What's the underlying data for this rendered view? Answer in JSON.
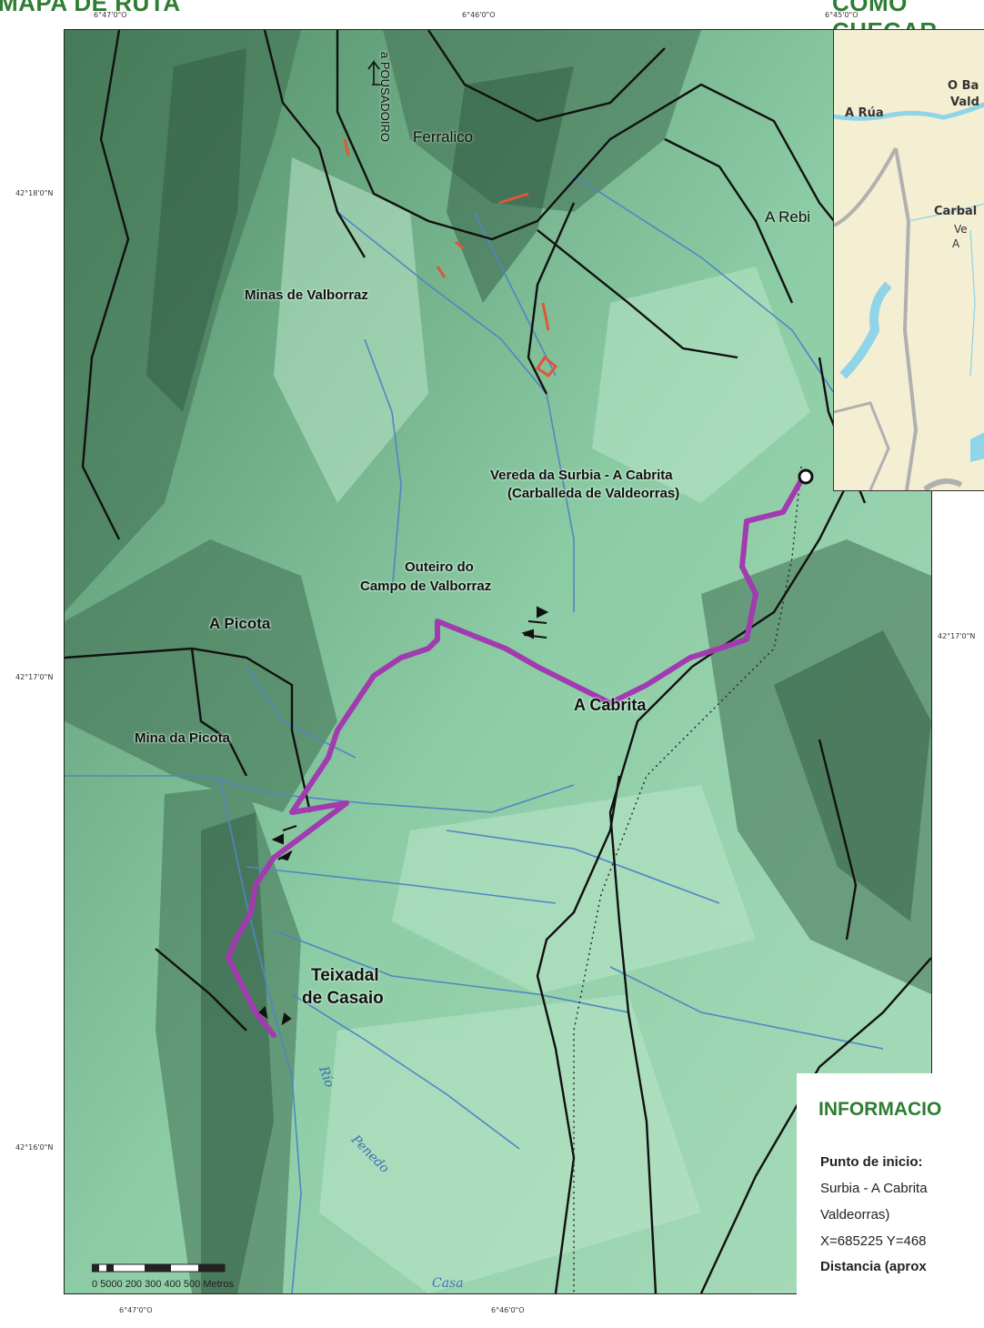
{
  "header": {
    "left_title": "MAPA DE RUTA",
    "right_title": "COMO CHEGAR"
  },
  "coords": {
    "lon_top": [
      "6°47'0\"O",
      "6°46'0\"O",
      "6°45'0\"O"
    ],
    "lon_bottom": [
      "6°47'0\"O",
      "6°46'0\"O"
    ],
    "lat_left": [
      "42°18'0\"N",
      "42°17'0\"N",
      "42°16'0\"N"
    ],
    "lat_right": [
      "42°17'0\"N"
    ]
  },
  "map": {
    "labels": {
      "pousadoiro": "a POUSADOIRO",
      "ferralico": "Ferralico",
      "a_rebi": "A Rebi",
      "minas": "Minas de Valborraz",
      "start_line1": "Vereda da Surbia - A Cabrita",
      "start_line2": "(Carballeda de Valdeorras)",
      "outeiro_line1": "Outeiro do",
      "outeiro_line2": "Campo de Valborraz",
      "a_picota": "A Picota",
      "mina_picota": "Mina da Picota",
      "a_cabrita": "A Cabrita",
      "teixadal_line1": "Teixadal",
      "teixadal_line2": "de Casaio",
      "rio": "Río",
      "penedo": "Penedo",
      "casa": "Casa"
    },
    "scale": "0 5000 200 300 400 500 Metros",
    "colors": {
      "route": "#a23ab0",
      "terrain": "#8fcfa8",
      "streams": "#4f86c4",
      "roads": "#111111",
      "mines": "#e0563a"
    }
  },
  "inset": {
    "labels": {
      "a_rua": "A Rúa",
      "o_barco_1": "O Ba",
      "o_barco_2": "Vald",
      "carballeda": "Carbal",
      "vereda_1": "Ve",
      "vereda_2": "A"
    },
    "colors": {
      "land": "#f4eed3",
      "water": "#8fd4e8",
      "roads": "#b0b0b0"
    }
  },
  "info": {
    "title": "INFORMACIO",
    "start_label": "Punto de inicio:",
    "start_value_1": "Surbia - A Cabrita",
    "start_value_2": "Valdeorras)",
    "coords_value": "X=685225 Y=468",
    "distance_label": "Distancia (aprox"
  }
}
